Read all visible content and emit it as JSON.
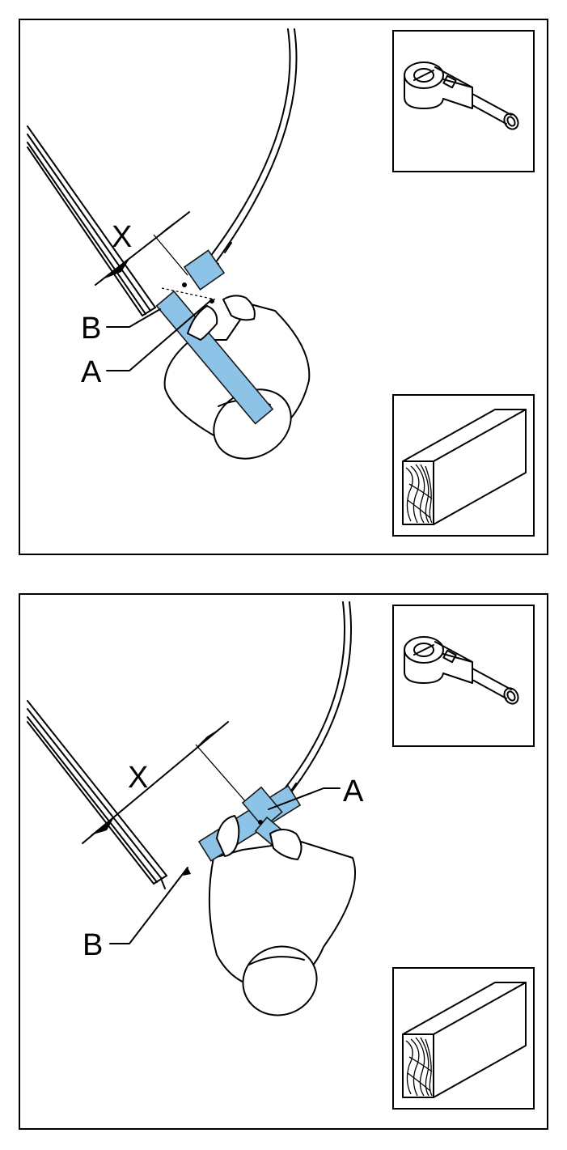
{
  "panels": [
    {
      "id": "top",
      "labels": {
        "x": "X",
        "a": "A",
        "b": "B"
      },
      "inset_tool": "wrench-socket-icon",
      "inset_material": "wood-block-icon"
    },
    {
      "id": "bottom",
      "labels": {
        "x": "X",
        "a": "A",
        "b": "B"
      },
      "inset_tool": "wrench-socket-icon",
      "inset_material": "wood-block-icon"
    }
  ],
  "colors": {
    "board": "#8ec3e8",
    "line": "#000000"
  }
}
